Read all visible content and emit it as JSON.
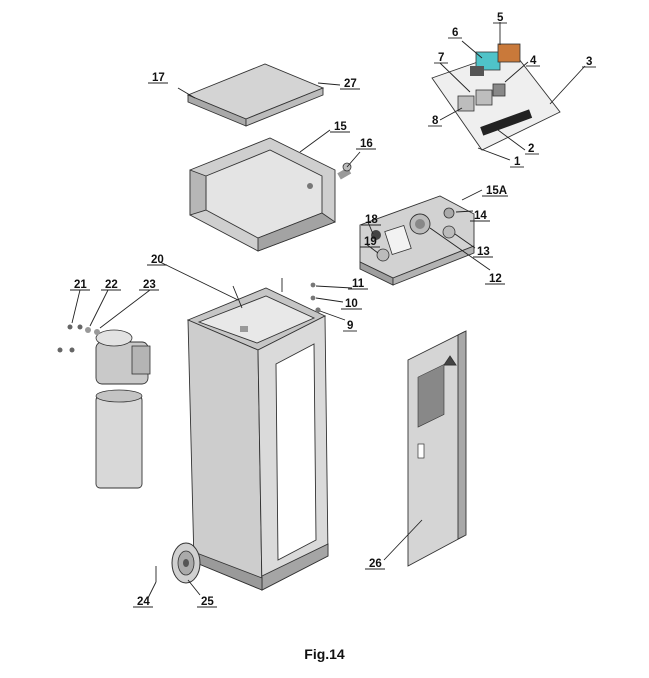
{
  "caption": "Fig.14",
  "callouts": [
    "1",
    "2",
    "3",
    "4",
    "5",
    "6",
    "7",
    "8",
    "9",
    "10",
    "11",
    "12",
    "13",
    "14",
    "15",
    "15A",
    "16",
    "17",
    "18",
    "19",
    "20",
    "21",
    "22",
    "23",
    "24",
    "25",
    "26",
    "27"
  ],
  "colors": {
    "part_fill": "#cfcfcf",
    "part_dark": "#9c9c9c",
    "part_light": "#e6e6e6",
    "line": "#222222",
    "accent_cyan": "#4fc3c8",
    "accent_orange": "#c9793a"
  }
}
